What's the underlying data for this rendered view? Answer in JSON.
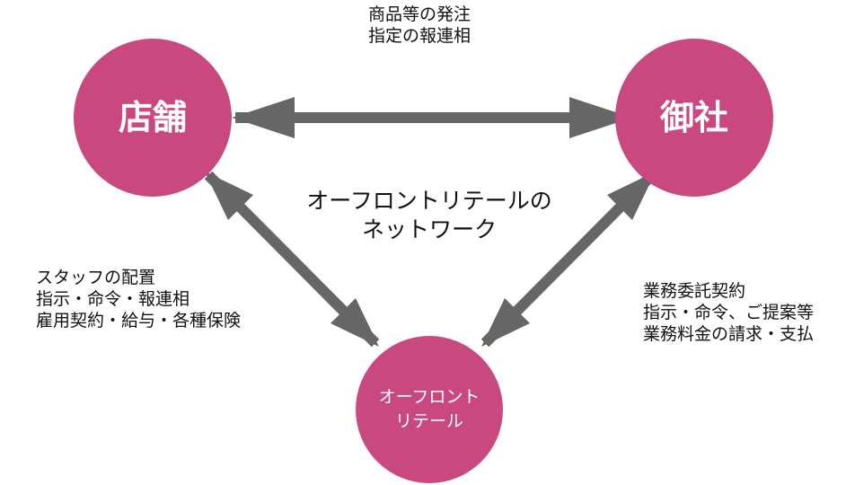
{
  "colors": {
    "node_fill": "#c8487f",
    "arrow": "#666666",
    "text": "#111111",
    "node_text": "#ffffff"
  },
  "nodes": {
    "store": {
      "label": "店舗"
    },
    "company": {
      "label": "御社"
    },
    "retail": {
      "line1": "オーフロント",
      "line2": "リテール"
    }
  },
  "center": {
    "line1": "オーフロントリテールの",
    "line2": "ネットワーク"
  },
  "edges": {
    "top": {
      "lines": [
        "商品等の発注",
        "指定の報連相"
      ]
    },
    "left": {
      "lines": [
        "スタッフの配置",
        "指示・命令・報連相",
        "雇用契約・給与・各種保険"
      ]
    },
    "right": {
      "lines": [
        "業務委託契約",
        "指示・命令、ご提案等",
        "業務料金の請求・支払"
      ]
    }
  }
}
